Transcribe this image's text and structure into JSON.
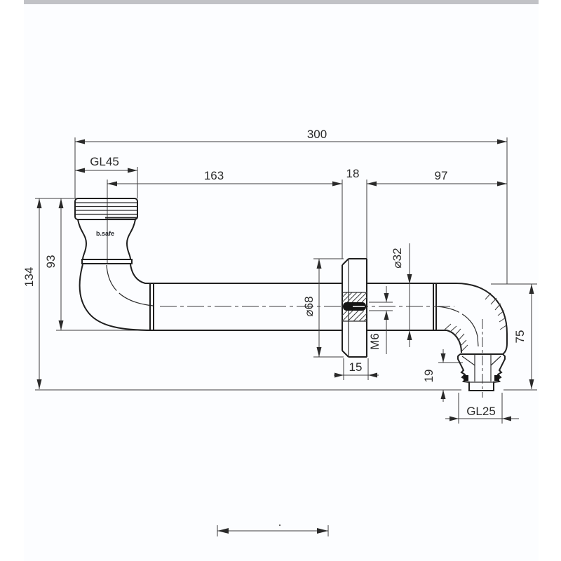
{
  "drawing": {
    "kind": "technical-dimension-drawing",
    "part_logo": "b.safe",
    "dims": {
      "overall_length": "300",
      "top_thread": "GL45",
      "axis_to_flange": "163",
      "flange_span": "18",
      "flange_to_end": "97",
      "total_height": "134",
      "height_to_pipe": "93",
      "flange_diameter": "⌀68",
      "pipe_diameter": "⌀32",
      "screw_thread": "M6",
      "flange_thickness": "15",
      "outlet_height": "75",
      "outlet_thread_length": "19",
      "bottom_thread": "GL25"
    },
    "colors": {
      "canvas": "#fcfdff",
      "top_border": "#c1c2c6",
      "line": "#1f1f1f"
    }
  }
}
